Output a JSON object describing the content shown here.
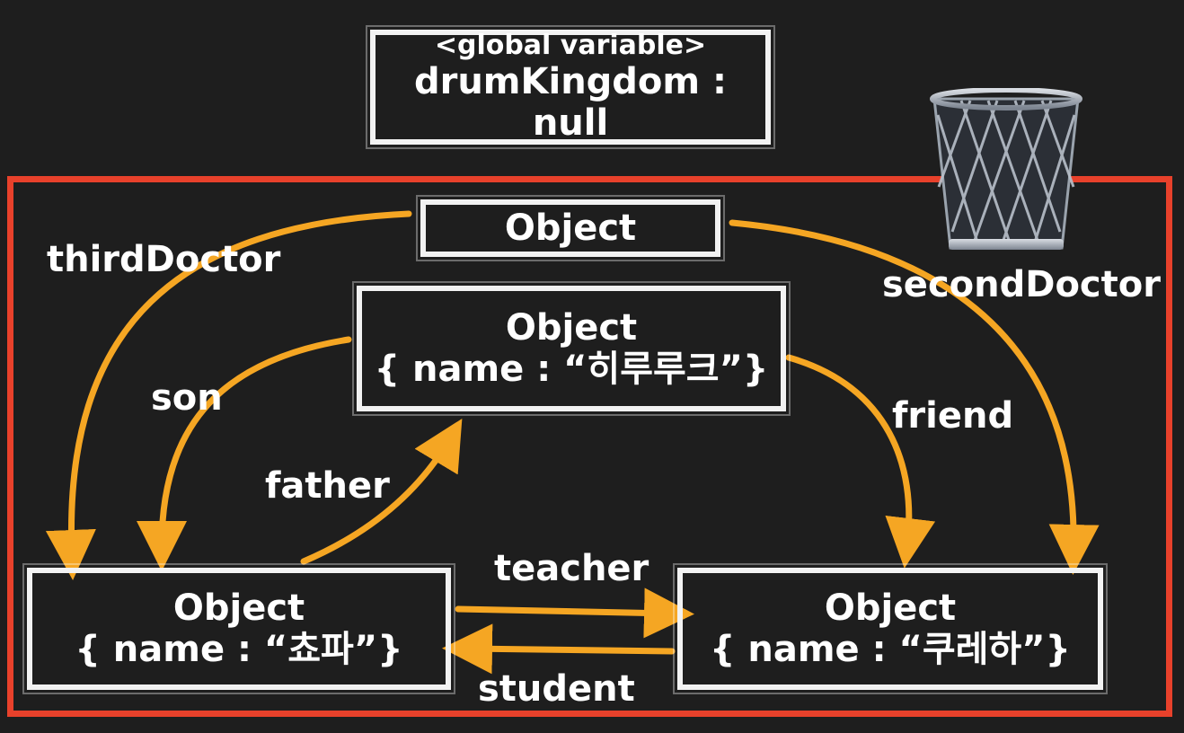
{
  "global": {
    "heading": "<global variable>",
    "value": "drumKingdom : null"
  },
  "nodes": {
    "root": {
      "title": "Object"
    },
    "hiluluk": {
      "title": "Object",
      "name": "{ name : “히루루크”}"
    },
    "chopper": {
      "title": "Object",
      "name": "{ name : “쵸파”}"
    },
    "kureha": {
      "title": "Object",
      "name": "{ name : “쿠레하”}"
    }
  },
  "edges": {
    "third_doctor": "thirdDoctor",
    "second_doctor": "secondDoctor",
    "son": "son",
    "father": "father",
    "friend": "friend",
    "teacher": "teacher",
    "student": "student"
  },
  "colors": {
    "arrow": "#f5a623",
    "region": "#e8412b",
    "chalk": "#f2f2f2",
    "background": "#1e1e1e"
  },
  "icons": {
    "trash": "trash-can-icon"
  }
}
